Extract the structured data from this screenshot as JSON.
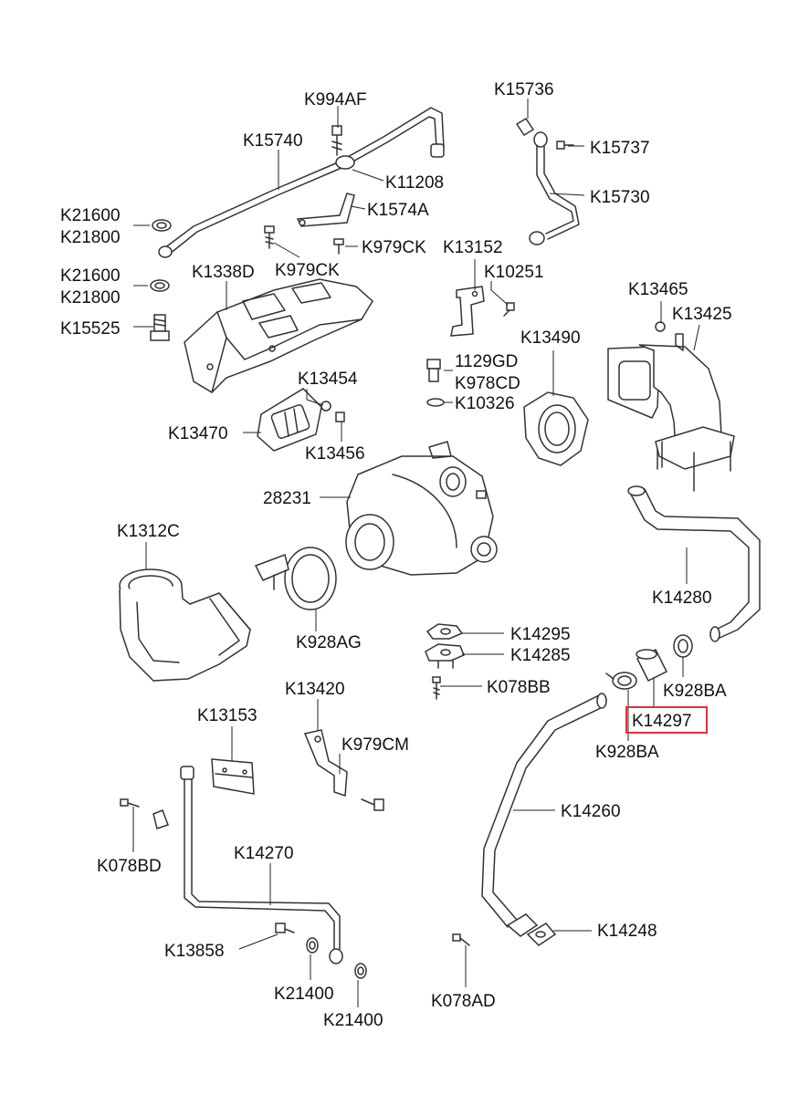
{
  "diagram": {
    "highlight_part": "K14297",
    "highlight_color": "#e0303a",
    "labels": {
      "K994AF": "K994AF",
      "K15740": "K15740",
      "K11208": "K11208",
      "K1574A": "K1574A",
      "K15736": "K15736",
      "K15737": "K15737",
      "K15730": "K15730",
      "K21600a": "K21600",
      "K21800a": "K21800",
      "K21600b": "K21600",
      "K21800b": "K21800",
      "K979CK_a": "K979CK",
      "K979CK_b": "K979CK",
      "K13152": "K13152",
      "K1338D": "K1338D",
      "K10251": "K10251",
      "K13465": "K13465",
      "K13425": "K13425",
      "K15525": "K15525",
      "K13490": "K13490",
      "1129GD": "1129GD",
      "K978CD": "K978CD",
      "K10326": "K10326",
      "K13454": "K13454",
      "K13470": "K13470",
      "K13456": "K13456",
      "28231": "28231",
      "K1312C": "K1312C",
      "K14280": "K14280",
      "K14295": "K14295",
      "K14285": "K14285",
      "K928AG": "K928AG",
      "K078BB": "K078BB",
      "K928BA_a": "K928BA",
      "K13420": "K13420",
      "K14297": "K14297",
      "K13153": "K13153",
      "K979CM": "K979CM",
      "K928BA_b": "K928BA",
      "K14260": "K14260",
      "K078BD": "K078BD",
      "K14270": "K14270",
      "K14248": "K14248",
      "K13858": "K13858",
      "K21400a": "K21400",
      "K078AD": "K078AD",
      "K21400b": "K21400"
    }
  }
}
